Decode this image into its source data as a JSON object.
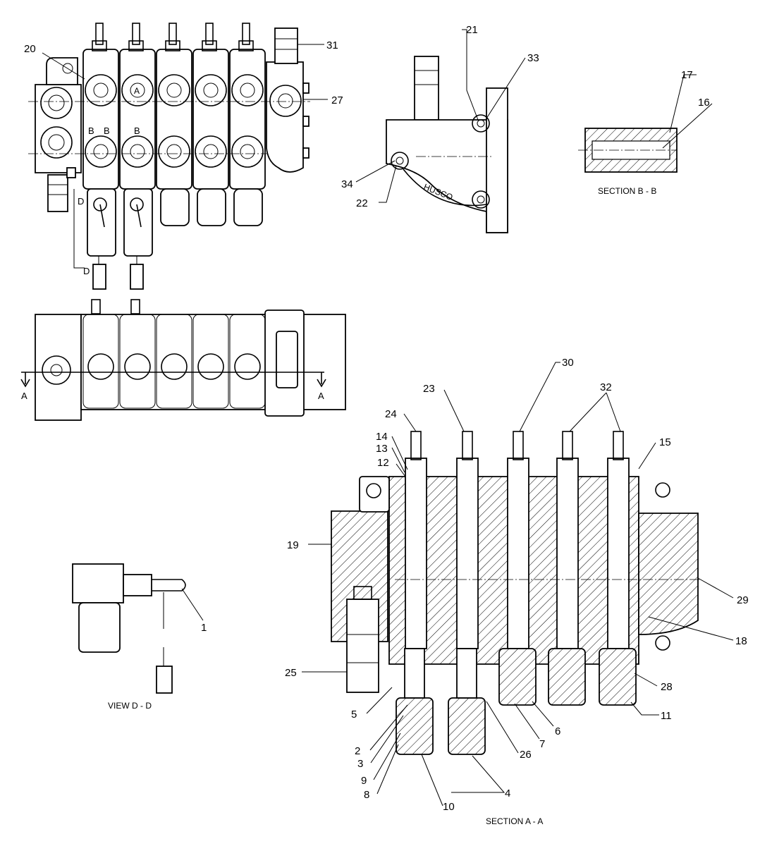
{
  "callouts": [
    "1",
    "2",
    "3",
    "4",
    "5",
    "6",
    "7",
    "8",
    "9",
    "10",
    "11",
    "12",
    "13",
    "14",
    "15",
    "16",
    "17",
    "18",
    "19",
    "20",
    "21",
    "22",
    "23",
    "24",
    "25",
    "26",
    "27",
    "28",
    "29",
    "30",
    "31",
    "32",
    "33",
    "34"
  ],
  "captions": {
    "section_aa": "SECTION A - A",
    "section_bb": "SECTION B - B",
    "view_dd": "VIEW D - D"
  },
  "markers": {
    "a_left": "A",
    "a_right": "A",
    "d_top": "D",
    "d_bottom": "D",
    "b1": "B",
    "b2": "B",
    "b3": "B",
    "a_port": "A"
  },
  "nameplate": "HUSCO"
}
